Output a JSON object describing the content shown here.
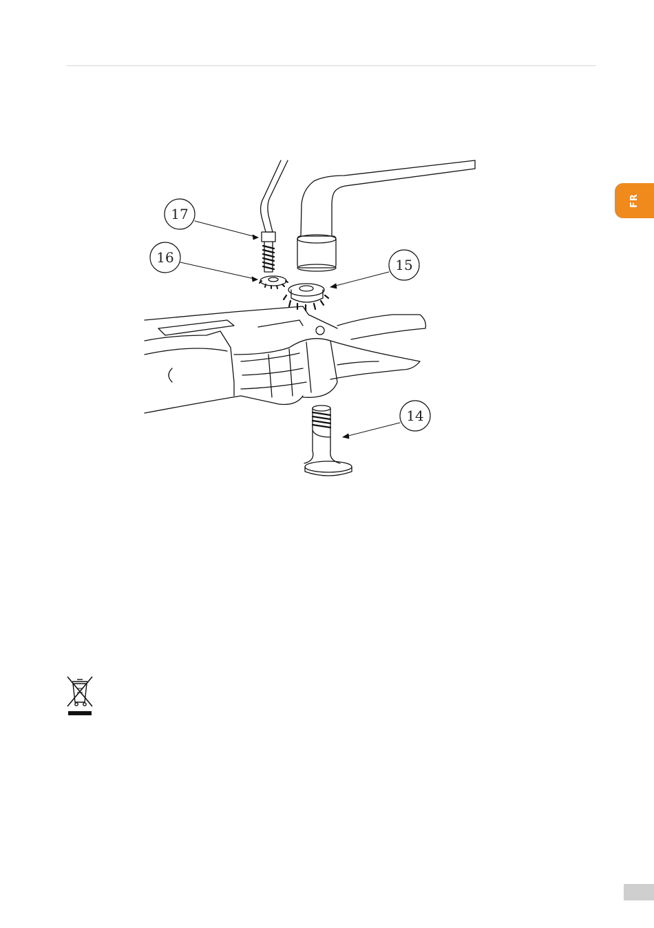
{
  "lang_tab": {
    "label": "FR",
    "color": "#f08a1c"
  },
  "page_box": {
    "color": "#cfcfcf"
  },
  "figure": {
    "callouts": [
      {
        "id": "callout-17",
        "label": "17"
      },
      {
        "id": "callout-16",
        "label": "16"
      },
      {
        "id": "callout-15",
        "label": "15"
      },
      {
        "id": "callout-14",
        "label": "14"
      }
    ]
  },
  "weee_icon": "crossed-out-wheelie-bin-icon"
}
